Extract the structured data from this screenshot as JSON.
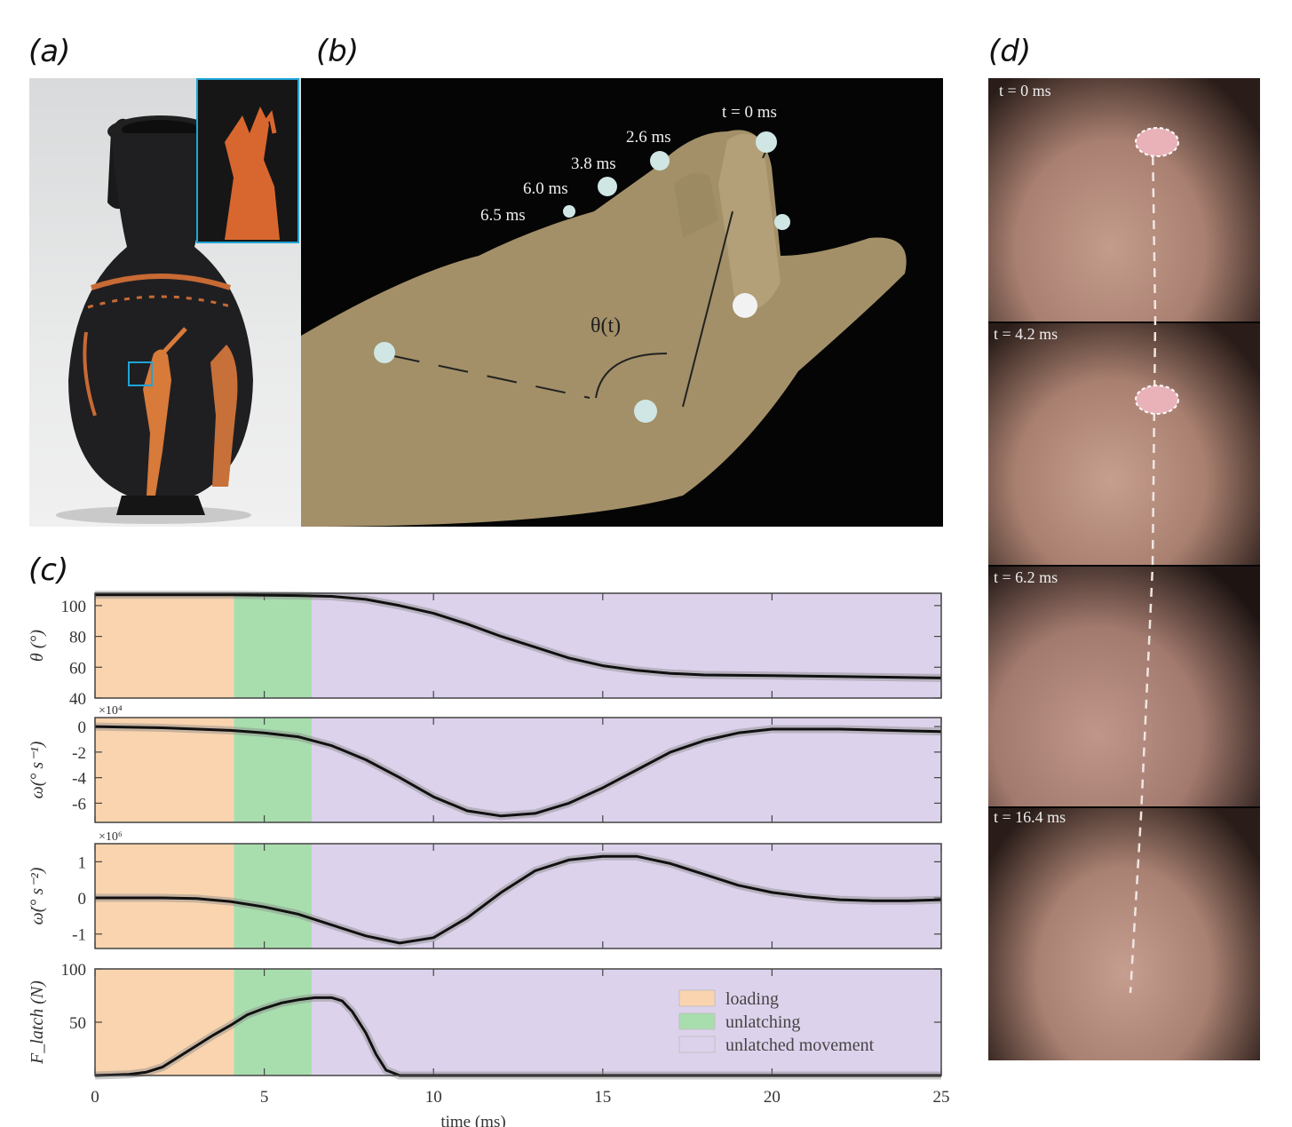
{
  "labels": {
    "a": "(a)",
    "b": "(b)",
    "c": "(c)",
    "d": "(d)"
  },
  "panel_b": {
    "theta_label": "θ(t)",
    "times": [
      "t = 0 ms",
      "2.6 ms",
      "3.8 ms",
      "6.0 ms",
      "6.5 ms"
    ]
  },
  "panel_d": {
    "frames": [
      "t = 0 ms",
      "t = 4.2 ms",
      "t = 6.2 ms",
      "t = 16.4 ms"
    ]
  },
  "colors": {
    "loading": "#f9d4ae",
    "unlatching": "#a8deae",
    "unlatched": "#ddd2ec",
    "curve": "#111111"
  },
  "chart_data": {
    "type": "line",
    "xlim": [
      0,
      25
    ],
    "xticks": [
      0,
      5,
      10,
      15,
      20,
      25
    ],
    "xlabel": "time (ms)",
    "phases": [
      {
        "name": "loading",
        "start": 0,
        "end": 4.1
      },
      {
        "name": "unlatching",
        "start": 4.1,
        "end": 6.4
      },
      {
        "name": "unlatched movement",
        "start": 6.4,
        "end": 25
      }
    ],
    "subplots": [
      {
        "id": "theta",
        "ylabel": "θ (°)",
        "ylim": [
          40,
          108
        ],
        "yticks": [
          40,
          60,
          80,
          100
        ],
        "multiplier": "",
        "x": [
          0,
          2,
          4,
          6,
          7,
          8,
          9,
          10,
          11,
          12,
          13,
          14,
          15,
          16,
          17,
          18,
          20,
          22,
          25
        ],
        "y": [
          107,
          107,
          107,
          106.5,
          106,
          104,
          100,
          95,
          88,
          80,
          73,
          66,
          61,
          58,
          56,
          55,
          54.5,
          54,
          53
        ]
      },
      {
        "id": "omega",
        "ylabel": "ω(° s⁻¹)",
        "ylim": [
          -7.5,
          0.7
        ],
        "yticks": [
          -6,
          -4,
          -2,
          0
        ],
        "multiplier": "×10⁴",
        "x": [
          0,
          2,
          4,
          5,
          6,
          7,
          8,
          9,
          10,
          11,
          12,
          13,
          14,
          15,
          16,
          17,
          18,
          19,
          20,
          22,
          25
        ],
        "y": [
          0,
          -0.1,
          -0.3,
          -0.5,
          -0.8,
          -1.5,
          -2.6,
          -4.0,
          -5.5,
          -6.6,
          -7.0,
          -6.8,
          -6.0,
          -4.8,
          -3.4,
          -2.0,
          -1.1,
          -0.5,
          -0.2,
          -0.2,
          -0.4
        ]
      },
      {
        "id": "alpha",
        "ylabel": "ω̇(° s⁻²)",
        "ylim": [
          -1.4,
          1.5
        ],
        "yticks": [
          -1,
          0,
          1
        ],
        "multiplier": "×10⁶",
        "x": [
          0,
          2,
          3,
          4,
          5,
          6,
          7,
          8,
          9,
          10,
          11,
          12,
          13,
          14,
          15,
          16,
          17,
          18,
          19,
          20,
          21,
          22,
          23,
          24,
          25
        ],
        "y": [
          0,
          0,
          -0.02,
          -0.1,
          -0.25,
          -0.45,
          -0.75,
          -1.05,
          -1.25,
          -1.1,
          -0.55,
          0.15,
          0.75,
          1.05,
          1.15,
          1.15,
          0.95,
          0.65,
          0.35,
          0.15,
          0.03,
          -0.05,
          -0.08,
          -0.08,
          -0.05
        ]
      },
      {
        "id": "force",
        "ylabel": "F_latch (N)",
        "ylim": [
          0,
          100
        ],
        "yticks": [
          50,
          100
        ],
        "multiplier": "",
        "x": [
          0,
          1,
          1.5,
          2,
          2.5,
          3,
          3.5,
          4,
          4.5,
          5,
          5.5,
          6,
          6.5,
          7,
          7.3,
          7.6,
          8,
          8.3,
          8.6,
          9,
          10,
          15,
          20,
          25
        ],
        "y": [
          0,
          1,
          3,
          8,
          18,
          28,
          38,
          47,
          57,
          63,
          68,
          71,
          73,
          73,
          70,
          60,
          40,
          20,
          5,
          0,
          0,
          0,
          0,
          0
        ]
      }
    ],
    "legend": {
      "position": "lower-right",
      "entries": [
        "loading",
        "unlatching",
        "unlatched movement"
      ]
    }
  }
}
